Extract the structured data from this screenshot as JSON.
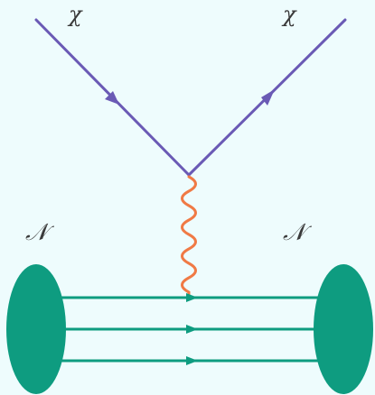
{
  "labels": {
    "chi_in": "χ",
    "chi_out": "χ",
    "nucleus_in": "𝒩",
    "nucleus_out": "𝒩"
  },
  "colors": {
    "background": "#eefcfd",
    "dark_matter_line": "#6a5ab5",
    "mediator": "#f07a45",
    "nucleus": "#0e9c80",
    "label": "#3a3a3a"
  }
}
